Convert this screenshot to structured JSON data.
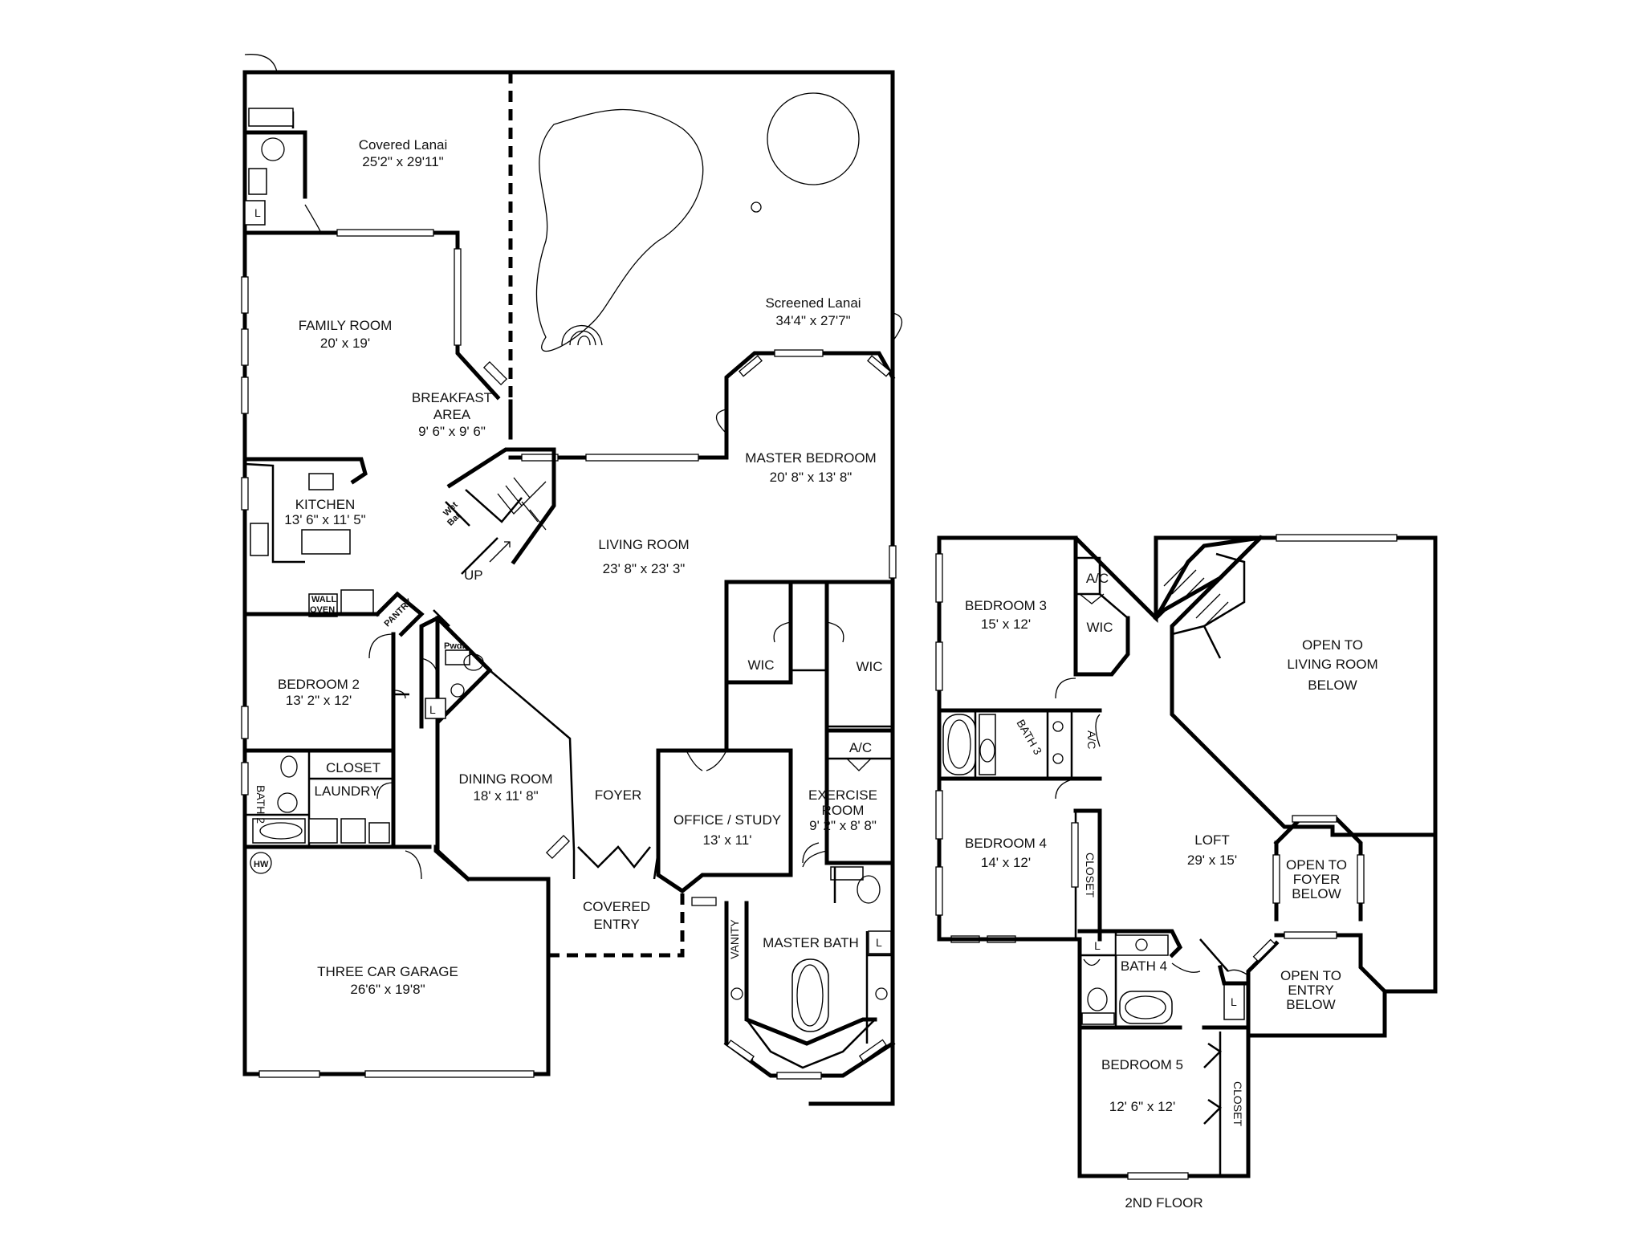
{
  "first_floor": {
    "covered_lanai": {
      "name": "Covered Lanai",
      "size": "25'2\" x 29'11\""
    },
    "screened_lanai": {
      "name": "Screened Lanai",
      "size": "34'4\" x 27'7\""
    },
    "family_room": {
      "name": "FAMILY ROOM",
      "size": "20' x 19'"
    },
    "breakfast_area": {
      "name_line1": "BREAKFAST",
      "name_line2": "AREA",
      "size": "9' 6\" x 9' 6\""
    },
    "master_bedroom": {
      "name": "MASTER BEDROOM",
      "size": "20' 8\" x 13' 8\""
    },
    "kitchen": {
      "name": "KITCHEN",
      "size": "13' 6\" x 11' 5\""
    },
    "wet_bar": {
      "line1": "Wet",
      "line2": "Bar"
    },
    "living_room": {
      "name": "LIVING ROOM",
      "size": "23' 8\" x 23' 3\""
    },
    "stair_up": "UP",
    "wall_oven": {
      "line1": "WALL",
      "line2": "OVEN"
    },
    "pantry": "PANTRY",
    "wic_left": "WIC",
    "wic_right": "WIC",
    "powder": "Pwdr",
    "bedroom_2": {
      "name": "BEDROOM 2",
      "size": "13' 2\" x 12'"
    },
    "ac": "A/C",
    "linen": "L",
    "closet": "CLOSET",
    "laundry": "LAUNDRY",
    "bath_2": "BATH 2",
    "dining_room": {
      "name": "DINING ROOM",
      "size": "18' x 11' 8\""
    },
    "foyer": "FOYER",
    "office": {
      "name": "OFFICE / STUDY",
      "size": "13' x 11'"
    },
    "exercise_room": {
      "line1": "EXERCISE",
      "line2": "ROOM",
      "size": "9' 2\" x 8' 8\""
    },
    "water_heater": "HW",
    "covered_entry": {
      "line1": "COVERED",
      "line2": "ENTRY"
    },
    "vanity": "VANITY",
    "master_bath": "MASTER BATH",
    "garage": {
      "name": "THREE CAR GARAGE",
      "size": "26'6\" x 19'8\""
    }
  },
  "second_floor": {
    "title": "2ND FLOOR",
    "bedroom_3": {
      "name": "BEDROOM 3",
      "size": "15' x 12'"
    },
    "ac": "A/C",
    "wic": "WIC",
    "open_living": {
      "line1": "OPEN TO",
      "line2": "LIVING ROOM",
      "line3": "BELOW"
    },
    "bath_3": "BATH 3",
    "bedroom_4": {
      "name": "BEDROOM 4",
      "size": "14' x 12'"
    },
    "closet": "CLOSET",
    "loft": {
      "name": "LOFT",
      "size": "29' x 15'"
    },
    "open_foyer": {
      "line1": "OPEN TO",
      "line2": "FOYER",
      "line3": "BELOW"
    },
    "linen": "L",
    "bath_4": "BATH 4",
    "open_entry": {
      "line1": "OPEN TO",
      "line2": "ENTRY",
      "line3": "BELOW"
    },
    "bedroom_5": {
      "name": "BEDROOM 5",
      "size": "12' 6\" x 12'"
    }
  }
}
